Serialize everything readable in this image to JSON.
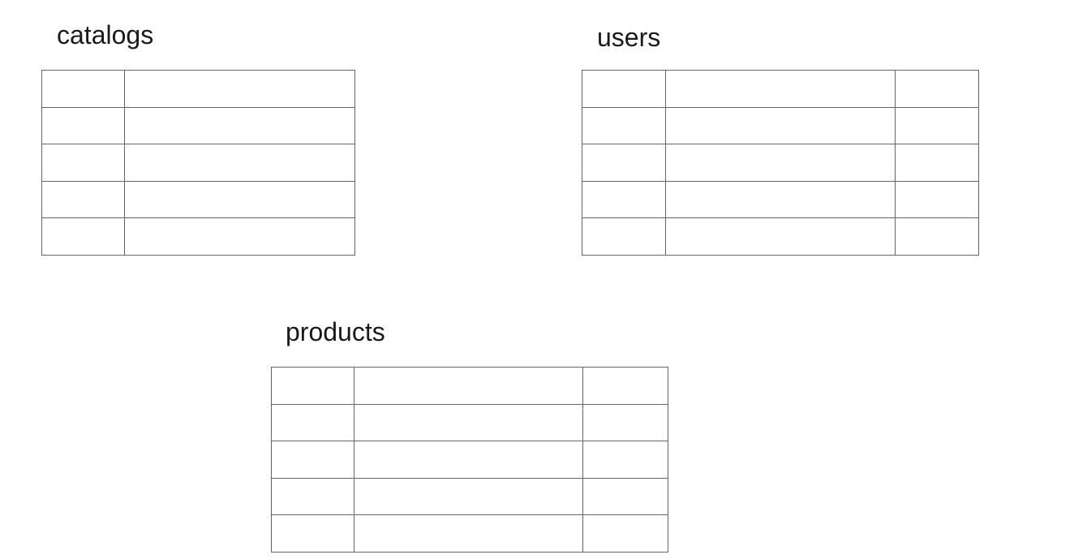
{
  "tables": {
    "catalogs": {
      "title": "catalogs",
      "rows": 5,
      "columns": 2
    },
    "users": {
      "title": "users",
      "rows": 5,
      "columns": 3
    },
    "products": {
      "title": "products",
      "rows": 5,
      "columns": 3
    }
  },
  "colors": {
    "border": "#666666",
    "text": "#1a1a1a",
    "background": "#ffffff"
  }
}
